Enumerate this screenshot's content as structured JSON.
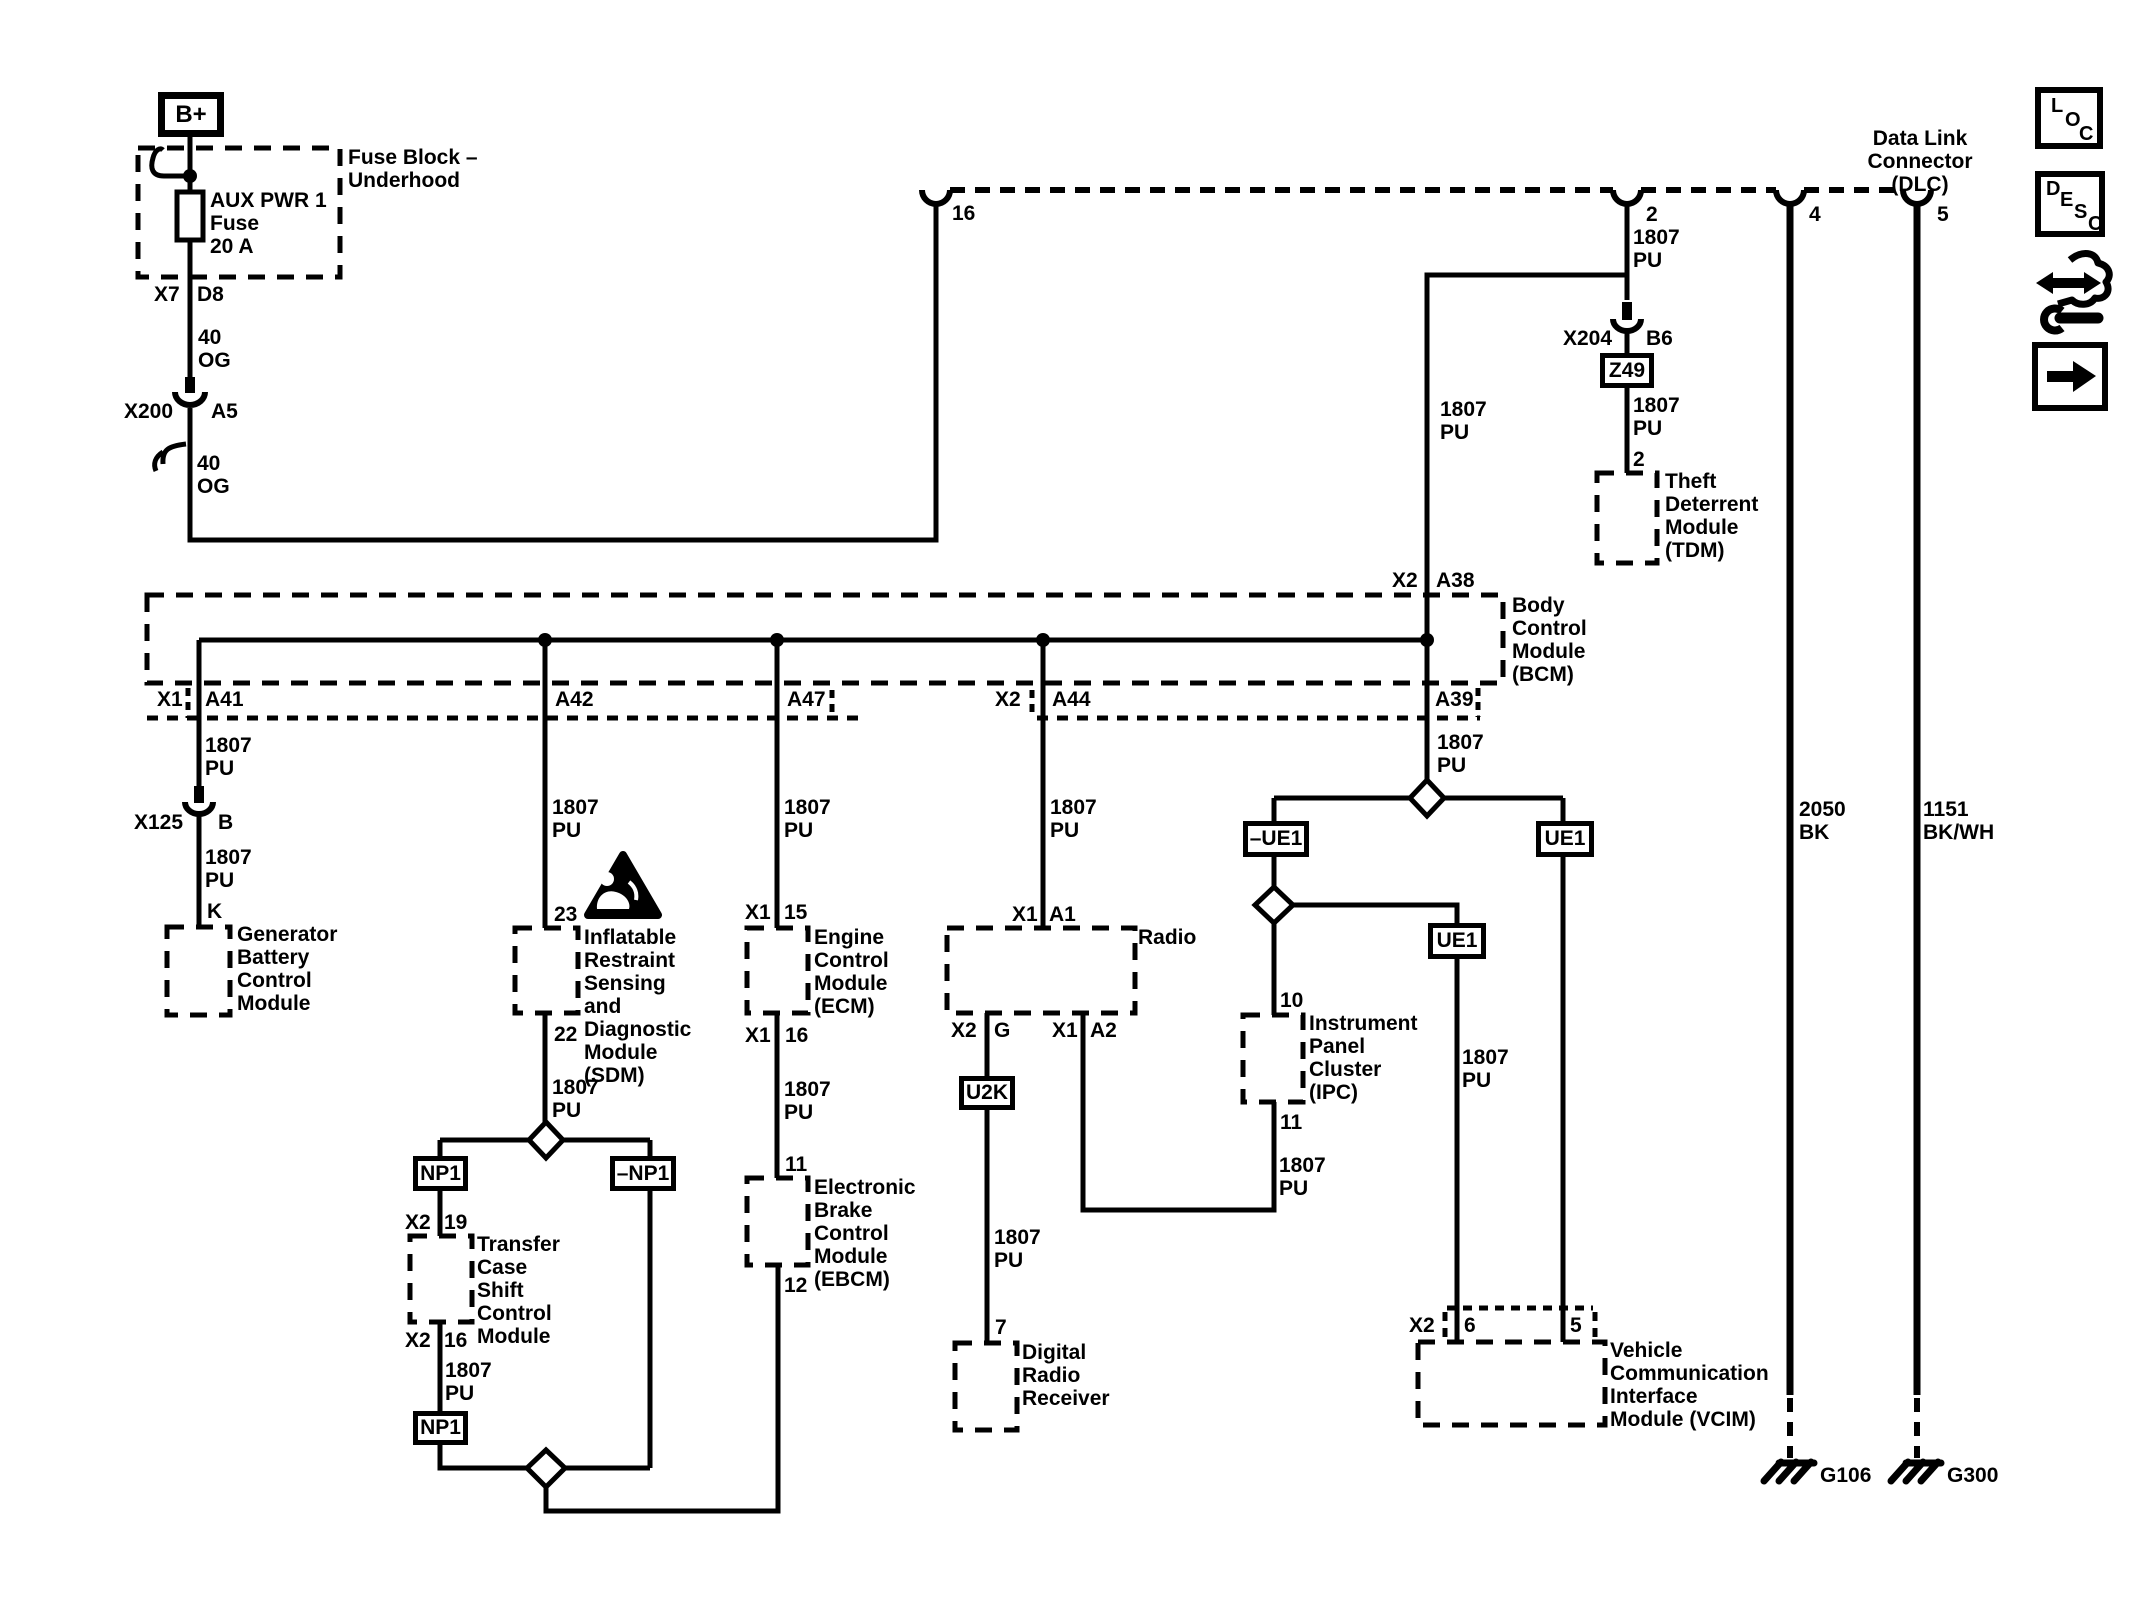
{
  "colors": {
    "line": "#000000",
    "background": "#ffffff"
  },
  "labels": {
    "wire_pu": "1807\nPU",
    "wire_40og": "40\nOG",
    "b_plus": "B+",
    "fuse_block": "Fuse Block –\nUnderhood",
    "aux_fuse": "AUX PWR 1\nFuse\n20 A",
    "x7": "X7",
    "d8": "D8",
    "x200": "X200",
    "a5": "A5",
    "dlc_title": "Data Link\nConnector\n(DLC)",
    "pin16": "16",
    "pin2": "2",
    "pin4": "4",
    "pin5": "5",
    "x204": "X204",
    "b6": "B6",
    "z49": "Z49",
    "tdm": "Theft\nDeterrent\nModule\n(TDM)",
    "x1": "X1",
    "x2": "X2",
    "a38": "A38",
    "a41": "A41",
    "a42": "A42",
    "a47": "A47",
    "a44": "A44",
    "a39": "A39",
    "bcm": "Body\nControl\nModule\n(BCM)",
    "x125": "X125",
    "pin_b": "B",
    "pin_k": "K",
    "gen_module": "Generator\nBattery\nControl\nModule",
    "pin23": "23",
    "pin22": "22",
    "sdm": "Inflatable\nRestraint\nSensing\nand\nDiagnostic\nModule\n(SDM)",
    "np1": "NP1",
    "neg_np1": "–NP1",
    "pin19": "19",
    "tcase": "Transfer\nCase\nShift\nControl\nModule",
    "pin15": "15",
    "ecm": "Engine\nControl\nModule\n(ECM)",
    "pin11": "11",
    "pin12": "12",
    "ebcm": "Electronic\nBrake\nControl\nModule\n(EBCM)",
    "a1": "A1",
    "a2": "A2",
    "pin_g": "G",
    "radio": "Radio",
    "u2k": "U2K",
    "pin7": "7",
    "drr": "Digital\nRadio\nReceiver",
    "pin10": "10",
    "ipc": "Instrument\nPanel\nCluster\n(IPC)",
    "neg_ue1": "–UE1",
    "ue1": "UE1",
    "pin6": "6",
    "vcim": "Vehicle\nCommunication\nInterface\nModule (VCIM)",
    "w2050": "2050\nBK",
    "w1151": "1151\nBK/WH",
    "g106": "G106",
    "g300": "G300"
  },
  "icons": {
    "loc": [
      "L",
      "O",
      "C"
    ],
    "desc": [
      "D",
      "E",
      "S",
      "C"
    ],
    "service_icon": "wrench-double-arrow",
    "forward_icon": "right-arrow",
    "airbag_icon": "airbag-warning-triangle"
  }
}
